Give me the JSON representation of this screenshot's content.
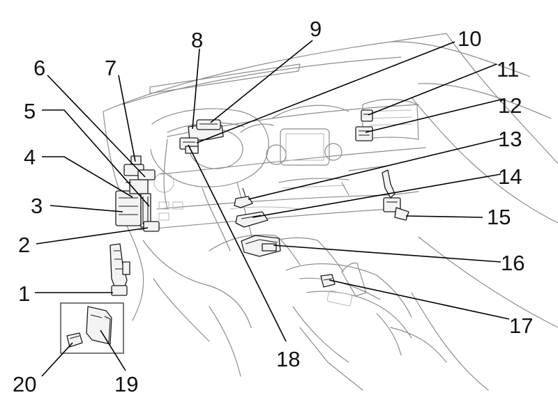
{
  "diagram": {
    "callouts": [
      {
        "id": "1",
        "label": "1"
      },
      {
        "id": "2",
        "label": "2"
      },
      {
        "id": "3",
        "label": "3"
      },
      {
        "id": "4",
        "label": "4"
      },
      {
        "id": "5",
        "label": "5"
      },
      {
        "id": "6",
        "label": "6"
      },
      {
        "id": "7",
        "label": "7"
      },
      {
        "id": "8",
        "label": "8"
      },
      {
        "id": "9",
        "label": "9"
      },
      {
        "id": "10",
        "label": "10"
      },
      {
        "id": "11",
        "label": "11"
      },
      {
        "id": "12",
        "label": "12"
      },
      {
        "id": "13",
        "label": "13"
      },
      {
        "id": "14",
        "label": "14"
      },
      {
        "id": "15",
        "label": "15"
      },
      {
        "id": "16",
        "label": "16"
      },
      {
        "id": "17",
        "label": "17"
      },
      {
        "id": "18",
        "label": "18"
      },
      {
        "id": "19",
        "label": "19"
      },
      {
        "id": "20",
        "label": "20"
      }
    ],
    "colors": {
      "label": "#111111",
      "leader": "#000000",
      "sketch": "#8c8c8c",
      "part_fill": "#f3f3f3",
      "background": "#ffffff"
    }
  }
}
